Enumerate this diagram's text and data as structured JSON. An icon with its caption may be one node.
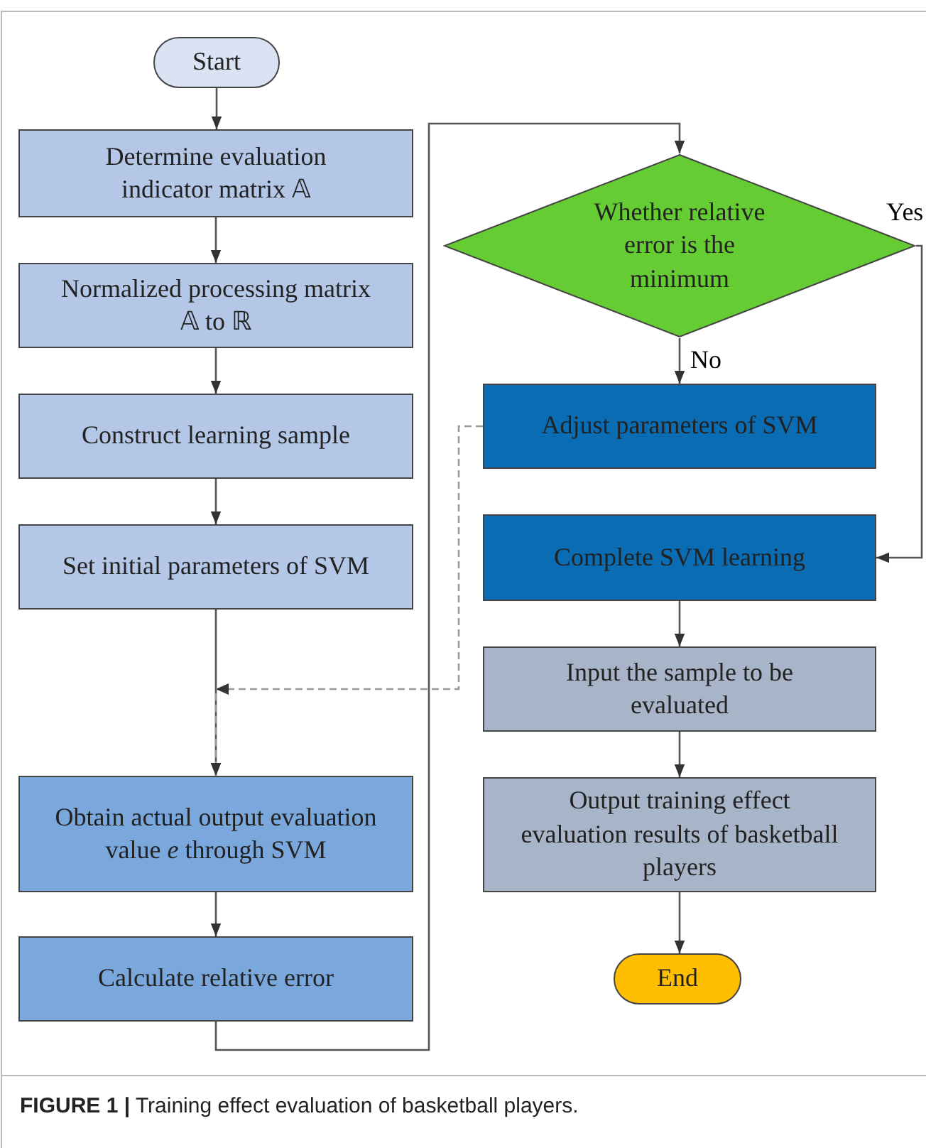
{
  "diagram": {
    "caption": "**FIGURE 1 |** Training effect evaluation of basketball players.",
    "nodes": [
      {
        "text": [
          "Start"
        ]
      },
      {
        "text": [
          "Determine evaluation indicator matrix 𝔸"
        ]
      },
      {
        "text": [
          "Normalized processing matrix 𝔸 to ℝ"
        ]
      },
      {
        "text": [
          "Construct learning sample"
        ]
      },
      {
        "text": [
          "Set initial parameters of SVM"
        ]
      },
      {
        "text": [
          "Obtain actual output evaluation value *e* through SVM"
        ]
      },
      {
        "text": [
          "Calculate relative error"
        ]
      },
      {
        "text": [
          "Whether relative error is the minimum"
        ]
      },
      {
        "text": [
          "Adjust parameters of SVM"
        ]
      },
      {
        "text": [
          "Complete SVM learning"
        ]
      },
      {
        "text": [
          "Input the sample to be evaluated"
        ]
      },
      {
        "text": [
          "Output training effect evaluation results of basketball players"
        ]
      },
      {
        "text": [
          "End"
        ]
      }
    ],
    "edges": [
      {
        "from": 0,
        "to": 1,
        "arrow": "to"
      },
      {
        "from": 1,
        "to": 2,
        "arrow": "to"
      },
      {
        "from": 2,
        "to": 3,
        "arrow": "to"
      },
      {
        "from": 3,
        "to": 4,
        "arrow": "to"
      },
      {
        "from": 4,
        "to": 5,
        "arrow": "to"
      },
      {
        "from": 8,
        "to": 5,
        "arrow": "to",
        "style": "dashed"
      },
      {
        "from": 5,
        "to": 6,
        "arrow": "to"
      },
      {
        "from": 6,
        "to": 7,
        "arrow": "to"
      },
      {
        "from": 7,
        "to": 8,
        "arrow": "to",
        "label": "No"
      },
      {
        "from": 7,
        "to": 9,
        "arrow": "to",
        "label": "Yes"
      },
      {
        "from": 9,
        "to": 10,
        "arrow": "to"
      },
      {
        "from": 10,
        "to": 11,
        "arrow": "to"
      },
      {
        "from": 11,
        "to": 12,
        "arrow": "to"
      }
    ]
  }
}
